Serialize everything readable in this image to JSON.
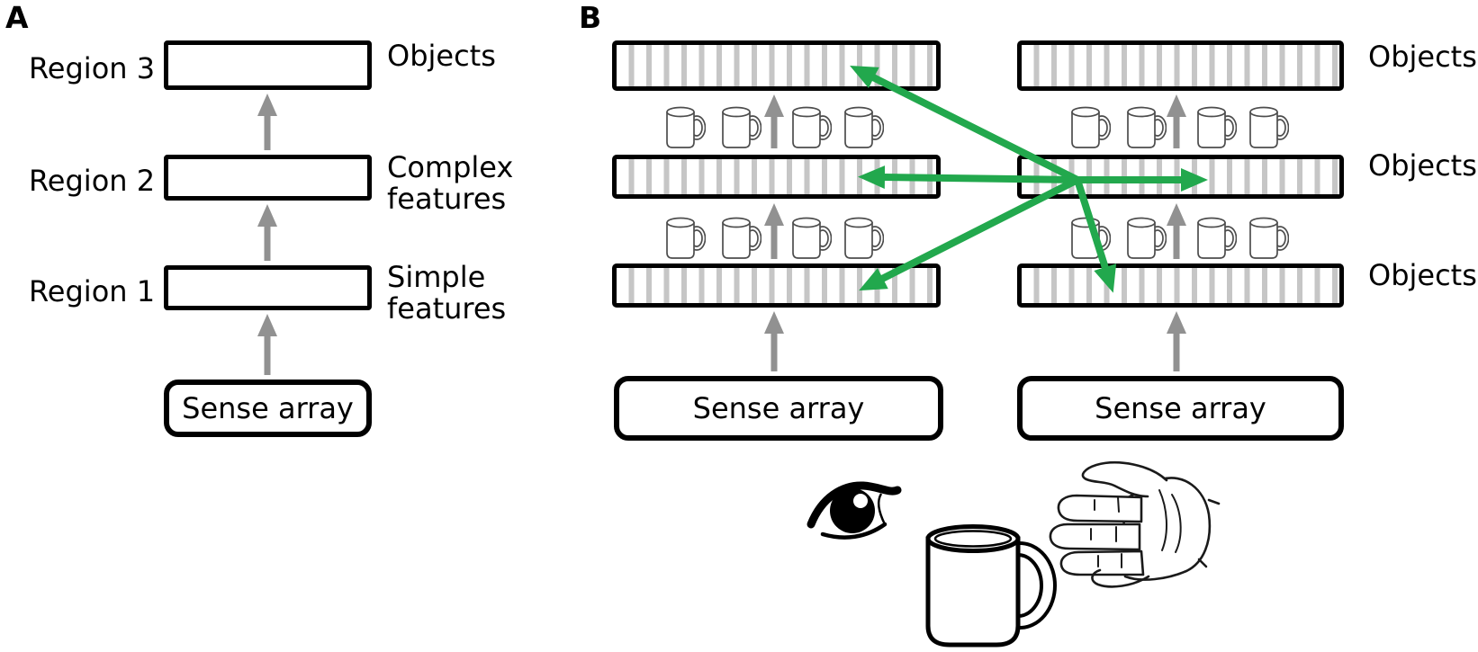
{
  "panel_a": {
    "label": "A",
    "rows": [
      {
        "region": "Region 3",
        "feature": "Objects"
      },
      {
        "region": "Region 2",
        "feature": "Complex\nfeatures"
      },
      {
        "region": "Region 1",
        "feature": "Simple\nfeatures"
      }
    ],
    "sense_array": "Sense array"
  },
  "panel_b": {
    "label": "B",
    "row_labels": [
      "Objects",
      "Objects",
      "Objects"
    ],
    "columns": [
      {
        "sense_array": "Sense array"
      },
      {
        "sense_array": "Sense array"
      }
    ]
  },
  "icons": {
    "eye": "eye-icon",
    "mug": "mug-icon",
    "hand": "hand-icon",
    "feedforward_arrow": "up-arrow-icon",
    "association_arrow": "green-arrow-icon"
  },
  "colors": {
    "green_arrow": "#22A84D",
    "gray_arrow": "#919191",
    "stripe": "#C6C6C6",
    "box_border": "#000000"
  }
}
